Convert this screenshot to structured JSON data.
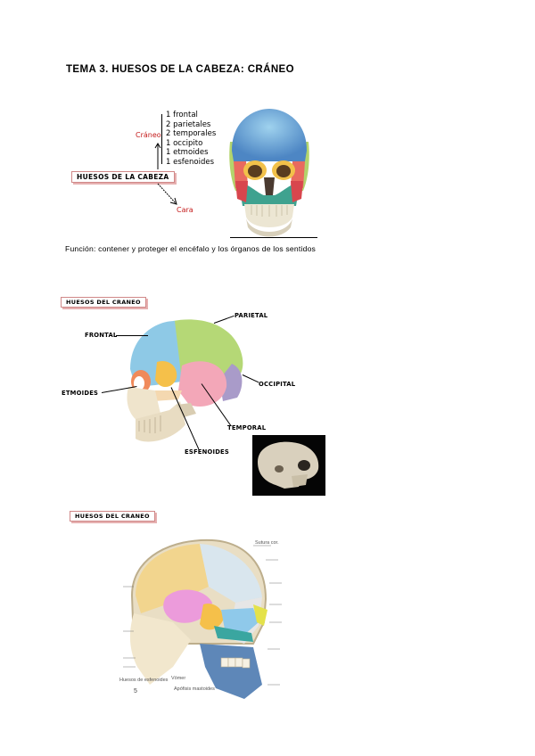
{
  "title": "TEMA 3. HUESOS DE LA CABEZA: CRÁNEO",
  "diagram1": {
    "craneo_label": "Cráneo",
    "cara_label": "Cara",
    "box_label": "HUESOS DE LA CABEZA",
    "list": [
      "1 frontal",
      "2 parietales",
      "2 temporales",
      "1 occipito",
      "1 etmoides",
      "1 esfenoides"
    ]
  },
  "funcion": "Función: contener y proteger el encéfalo y los órganos de los sentidos",
  "section2": {
    "box_label": "HUESOS DEL CRANEO",
    "labels": {
      "parietal": "PARIETAL",
      "frontal": "FRONTAL",
      "occipital": "OCCIPITAL",
      "etmoides": "ETMOIDES",
      "temporal": "TEMPORAL",
      "esfenoides": "ESFENOIDES"
    }
  },
  "section3": {
    "box_label": "HUESOS DEL CRANEO",
    "page_number": "5",
    "small_labels": {
      "vomer": "Vómer",
      "apofisis": "Apófisis mastoides",
      "huesos": "Huesos de esfenoides",
      "sutura": "Sutura cor."
    }
  },
  "colors": {
    "frontal": "#8ec9e6",
    "parietal": "#b9d97a",
    "temporal": "#f3a7b8",
    "occipital": "#a79ac9",
    "esfenoides": "#f5c04a",
    "etmoides": "#f08a5a",
    "accent_red": "#c41a1a"
  }
}
